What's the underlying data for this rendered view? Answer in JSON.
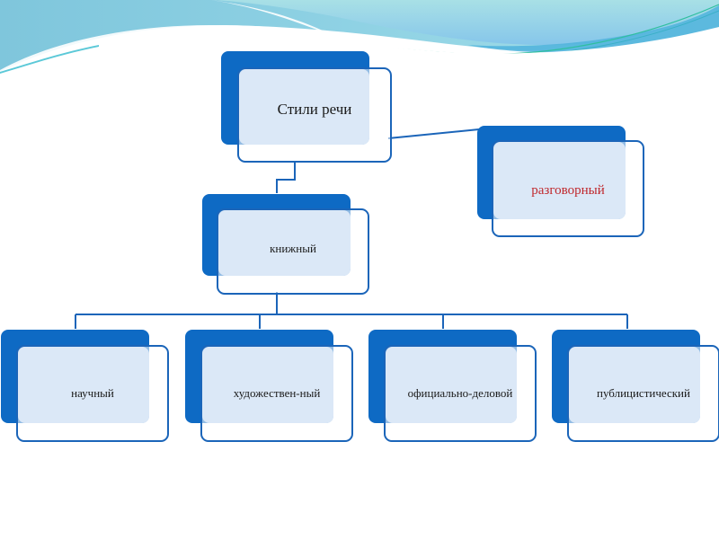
{
  "slide": {
    "title": "Стили речи diagram",
    "colors": {
      "box_back": "#0e6ac4",
      "box_border": "#1b65b9",
      "box_fill": "#e2ecf8",
      "connector": "#1b65b9",
      "text_default": "#1a1a1a",
      "text_highlight": "#c0282d"
    }
  },
  "diagram": {
    "root": {
      "label": "Стили речи"
    },
    "level1": [
      {
        "label": "книжный"
      },
      {
        "label": "разговорный",
        "highlight": true
      }
    ],
    "level2": [
      {
        "label": "научный"
      },
      {
        "label": "художествен-ный"
      },
      {
        "label": "официально-деловой"
      },
      {
        "label": "публицистический"
      }
    ]
  }
}
